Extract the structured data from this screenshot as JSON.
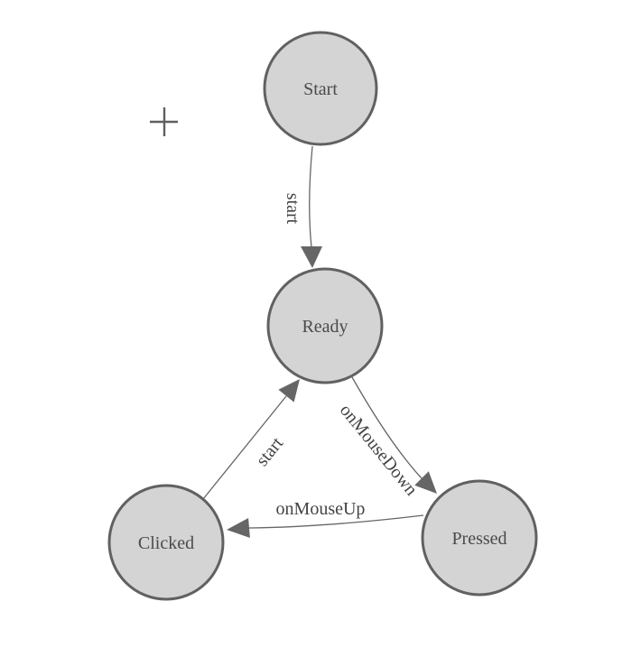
{
  "diagram": {
    "type": "finite-state-machine",
    "colors": {
      "canvas_bg": "#ffffff",
      "node_fill": "#d4d4d4",
      "node_stroke": "#616161",
      "edge_stroke": "#666666",
      "label_text": "#4a4a4a",
      "cursor": "#5f5f5f"
    },
    "nodes": [
      {
        "id": "start",
        "label": "Start"
      },
      {
        "id": "ready",
        "label": "Ready"
      },
      {
        "id": "clicked",
        "label": "Clicked"
      },
      {
        "id": "pressed",
        "label": "Pressed"
      }
    ],
    "edges": [
      {
        "from": "Start",
        "to": "Ready",
        "label": "start"
      },
      {
        "from": "Clicked",
        "to": "Ready",
        "label": "start"
      },
      {
        "from": "Ready",
        "to": "Pressed",
        "label": "onMouseDown"
      },
      {
        "from": "Pressed",
        "to": "Clicked",
        "label": "onMouseUp"
      }
    ],
    "cursor": {
      "shape": "plus-crosshair"
    }
  }
}
